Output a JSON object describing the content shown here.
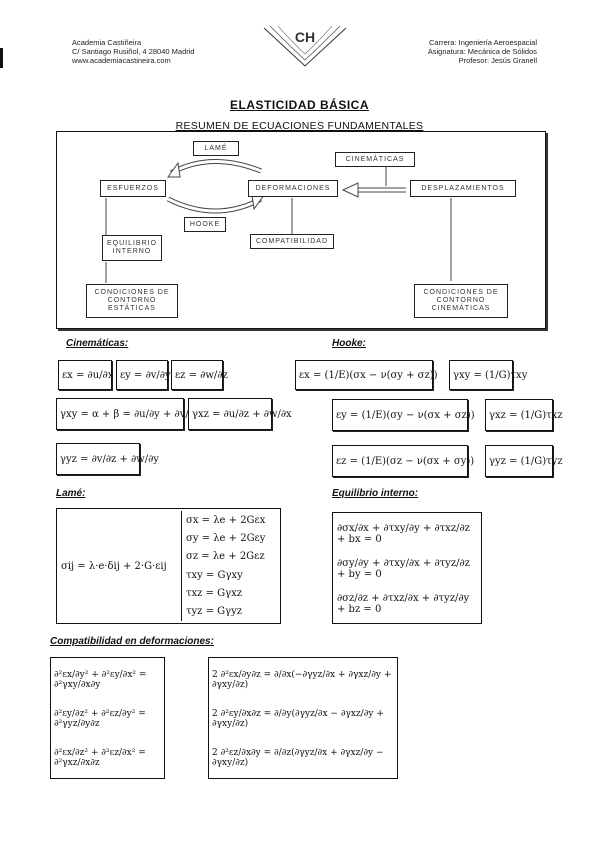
{
  "header": {
    "academy": "Academia Castiñeira",
    "address": "C/ Santiago Rusiñol, 4 28040 Madrid",
    "website": "www.academiacastineira.com",
    "logo_text": "CH",
    "career": "Carrera: Ingeniería Aeroespacial",
    "subject": "Asignatura: Mecánica de Sólidos",
    "professor": "Profesor: Jesús Granell"
  },
  "title": "ELASTICIDAD BÁSICA",
  "subtitle": "RESUMEN DE ECUACIONES FUNDAMENTALES",
  "diagram": {
    "lame": "LAMÉ",
    "hooke": "HOOKE",
    "esfuerzos": "ESFUERZOS",
    "deformaciones": "DEFORMACIONES",
    "cinematicas": "CINEMÁTICAS",
    "desplazamientos": "DESPLAZAMIENTOS",
    "equilibrio": "EQUILIBRIO INTERNO",
    "compatibilidad": "COMPATIBILIDAD",
    "contorno_estaticas": "CONDICIONES DE CONTORNO ESTÁTICAS",
    "contorno_cinematicas": "CONDICIONES DE CONTORNO CINEMÁTICAS"
  },
  "sections": {
    "cinematicas": "Cinemáticas:",
    "hooke": "Hooke:",
    "lame": "Lamé:",
    "equilibrio": "Equilibrio interno:",
    "compatibilidad": "Compatibilidad en deformaciones:"
  },
  "equations": {
    "cin1": "εx = ∂u/∂x",
    "cin2": "εy = ∂v/∂y",
    "cin3": "εz = ∂w/∂z",
    "cin4": "γxy = α + β = ∂u/∂y + ∂v/∂x",
    "cin5": "γxz = ∂u/∂z + ∂w/∂x",
    "cin6": "γyz = ∂v/∂z + ∂w/∂y",
    "hk1": "εx = (1/E)(σx − ν(σy + σz))",
    "hk2": "γxy = (1/G)τxy",
    "hk3": "εy = (1/E)(σy − ν(σx + σz))",
    "hk4": "γxz = (1/G)τxz",
    "hk5": "εz = (1/E)(σz − ν(σx + σy))",
    "hk6": "γyz = (1/G)τyz",
    "lame_main": "σij = λ·e·δij + 2·G·εij",
    "lame_rows": [
      "σx = λe + 2Gεx",
      "σy = λe + 2Gεy",
      "σz = λe + 2Gεz",
      "τxy = Gγxy",
      "τxz = Gγxz",
      "τyz = Gγyz"
    ],
    "eq_rows": [
      "∂σx/∂x + ∂τxy/∂y + ∂τxz/∂z + bx = 0",
      "∂σy/∂y + ∂τxy/∂x + ∂τyz/∂z + by = 0",
      "∂σz/∂z + ∂τxz/∂x + ∂τyz/∂y + bz = 0"
    ],
    "comp_left": [
      "∂²εx/∂y² + ∂²εy/∂x² = ∂²γxy/∂x∂y",
      "∂²εy/∂z² + ∂²εz/∂y² = ∂²γyz/∂y∂z",
      "∂²εx/∂z² + ∂²εz/∂x² = ∂²γxz/∂x∂z"
    ],
    "comp_right": [
      "2 ∂²εx/∂y∂z = ∂/∂x(−∂γyz/∂x + ∂γxz/∂y + ∂γxy/∂z)",
      "2 ∂²εy/∂x∂z = ∂/∂y(∂γyz/∂x − ∂γxz/∂y + ∂γxy/∂z)",
      "2 ∂²εz/∂x∂y = ∂/∂z(∂γyz/∂x + ∂γxz/∂y − ∂γxy/∂z)"
    ]
  }
}
